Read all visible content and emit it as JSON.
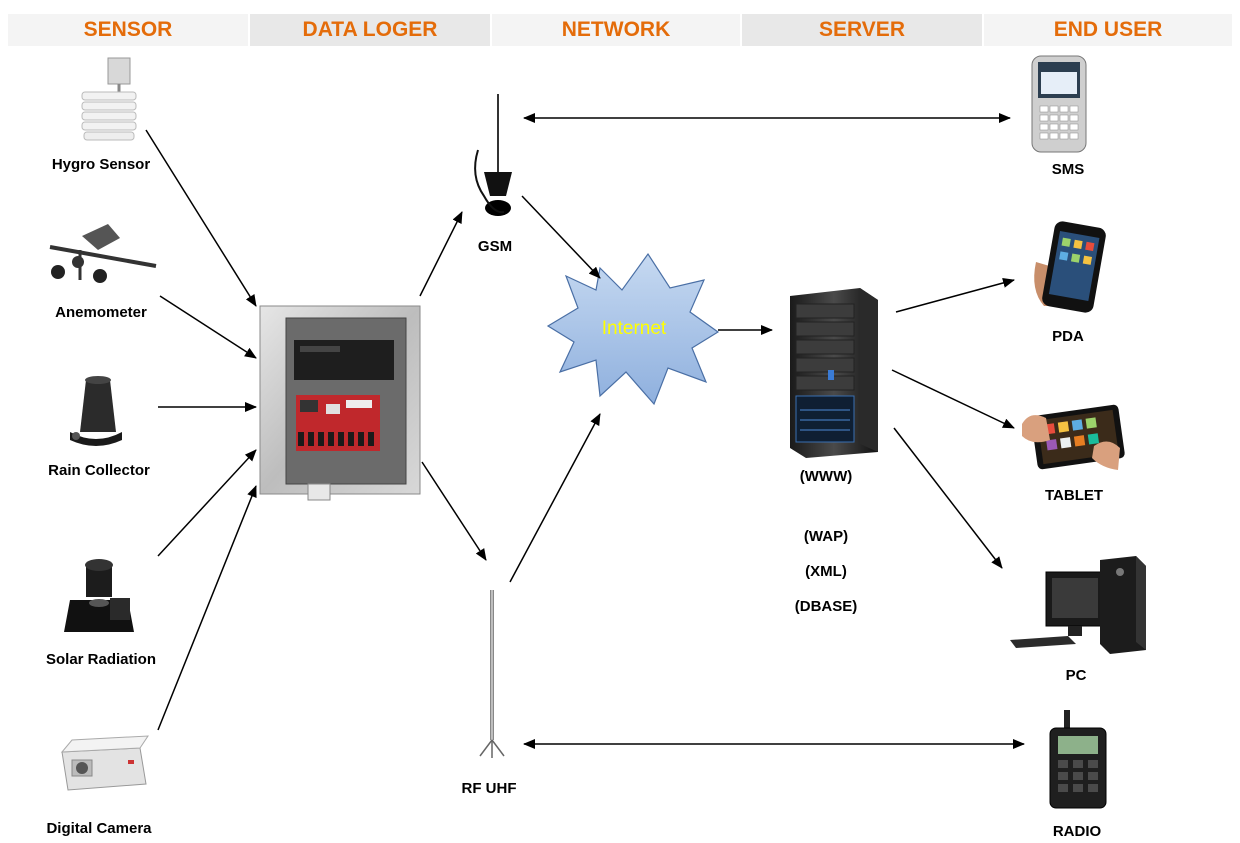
{
  "headers": {
    "sensor": "SENSOR",
    "data_logger": "DATA LOGER",
    "network": "NETWORK",
    "server": "SERVER",
    "end_user": "END USER"
  },
  "sensors": {
    "hygro": "Hygro Sensor",
    "anemometer": "Anemometer",
    "rain": "Rain Collector",
    "solar": "Solar Radiation",
    "camera": "Digital Camera"
  },
  "network": {
    "gsm": "GSM",
    "internet": "Internet",
    "rf": "RF UHF"
  },
  "server": {
    "www": "(WWW)",
    "wap": "(WAP)",
    "xml": "(XML)",
    "dbase": "(DBASE)"
  },
  "end_users": {
    "sms": "SMS",
    "pda": "PDA",
    "tablet": "TABLET",
    "pc": "PC",
    "radio": "RADIO"
  },
  "colors": {
    "header_text": "#E46C0A",
    "internet_fill": "#9CB9E4",
    "internet_text": "#FFFF00",
    "logger_board": "#C0282C"
  }
}
